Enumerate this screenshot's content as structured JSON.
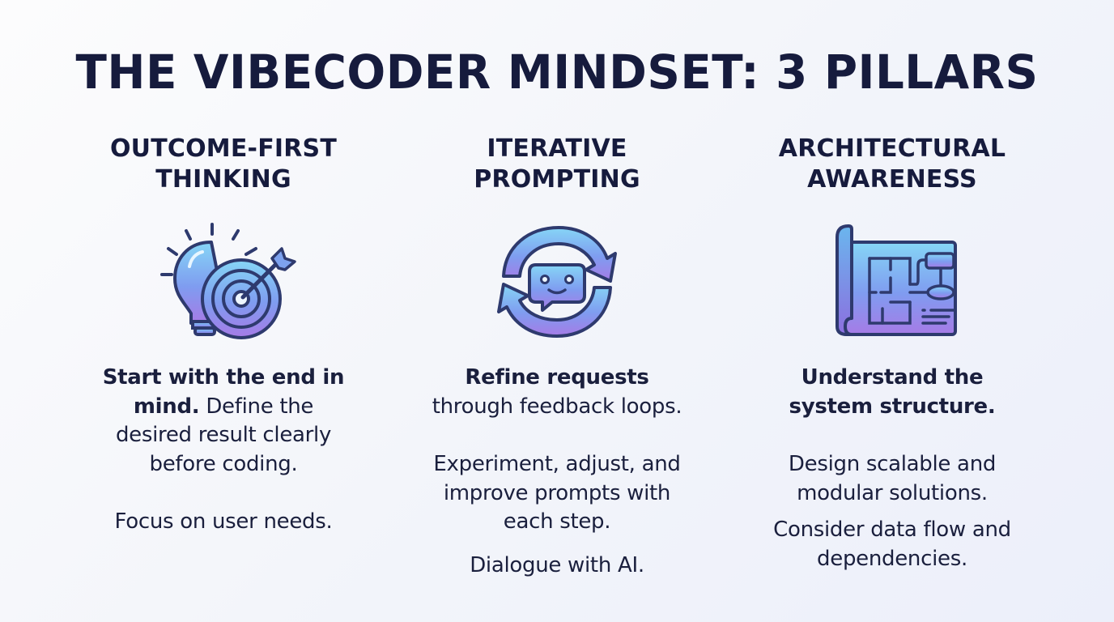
{
  "title": "THE VIBECODER MINDSET: 3 PILLARS",
  "colors": {
    "text": "#161b3d",
    "icon_outline": "#2e3a6e",
    "gradient_top": "#7fd3f5",
    "gradient_mid": "#7d9ef2",
    "gradient_bottom": "#a07ae8"
  },
  "pillars": [
    {
      "heading_line1": "OUTCOME-FIRST",
      "heading_line2": "THINKING",
      "icon": "lightbulb-target-icon",
      "bold_lead_line1": "Start with the end in",
      "bold_lead_line2": "mind.",
      "body_rest_line2": " Define the",
      "body_line3": "desired result clearly",
      "body_line4": "before coding.",
      "extra": "Focus on user needs."
    },
    {
      "heading_line1": "ITERATIVE",
      "heading_line2": "PROMPTING",
      "icon": "chat-refresh-cycle-icon",
      "bold_lead": "Refine requests",
      "body_line2": "through feedback loops.",
      "para2_line1": "Experiment, adjust, and",
      "para2_line2": "improve prompts with",
      "para2_line3": "each step.",
      "extra": "Dialogue with AI."
    },
    {
      "heading_line1": "ARCHITECTURAL",
      "heading_line2": "AWARENESS",
      "icon": "blueprint-icon",
      "bold_lead_line1": "Understand the",
      "bold_lead_line2": "system structure.",
      "para2_line1": "Design scalable and",
      "para2_line2": "modular solutions.",
      "para3_line1": "Consider data flow and",
      "para3_line2": "dependencies."
    }
  ]
}
